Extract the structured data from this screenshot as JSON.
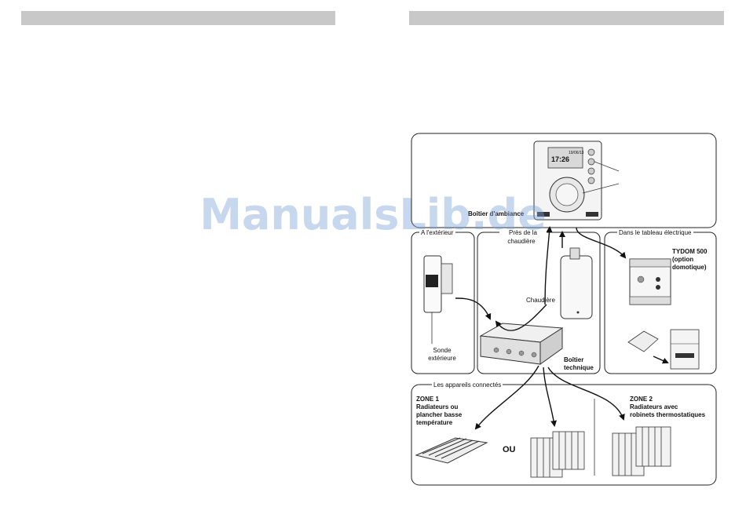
{
  "watermark": "ManualsLib.de",
  "sections": {
    "thermostat": "Boîtier d'ambiance",
    "outside": "A l'extérieur",
    "near_boiler_line1": "Près de la",
    "near_boiler_line2": "chaudière",
    "panel": "Dans le tableau électrique",
    "connected": "Les appareils connectés"
  },
  "labels": {
    "sensor_line1": "Sonde",
    "sensor_line2": "extérieure",
    "boiler": "Chaudière",
    "box_line1": "Boîtier",
    "box_line2": "technique",
    "tydom_line1": "TYDOM 500",
    "tydom_line2": "(option",
    "tydom_line3": "domotique)",
    "zone1_line1": "ZONE 1",
    "zone1_line2": "Radiateurs ou",
    "zone1_line3": "plancher basse",
    "zone1_line4": "température",
    "zone2_line1": "ZONE 2",
    "zone2_line2": "Radiateurs avec",
    "zone2_line3": "robinets thermostatiques",
    "or": "OU"
  },
  "device": {
    "display_time": "17:26",
    "display_small": "19/06/13"
  }
}
